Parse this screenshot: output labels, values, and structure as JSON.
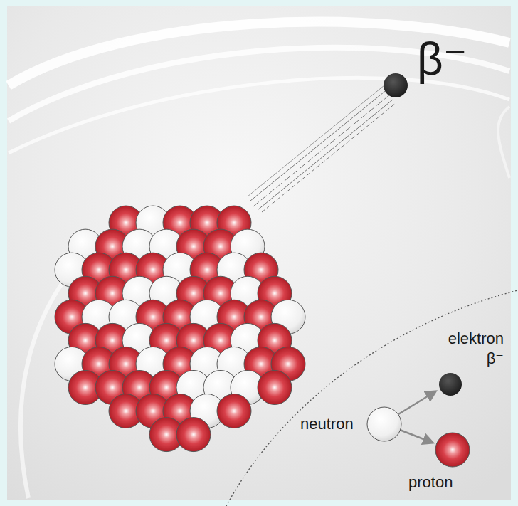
{
  "diagram": {
    "labels": [
      "β⁻",
      "elektron",
      "β⁻",
      "neutron",
      "proton"
    ]
  }
}
